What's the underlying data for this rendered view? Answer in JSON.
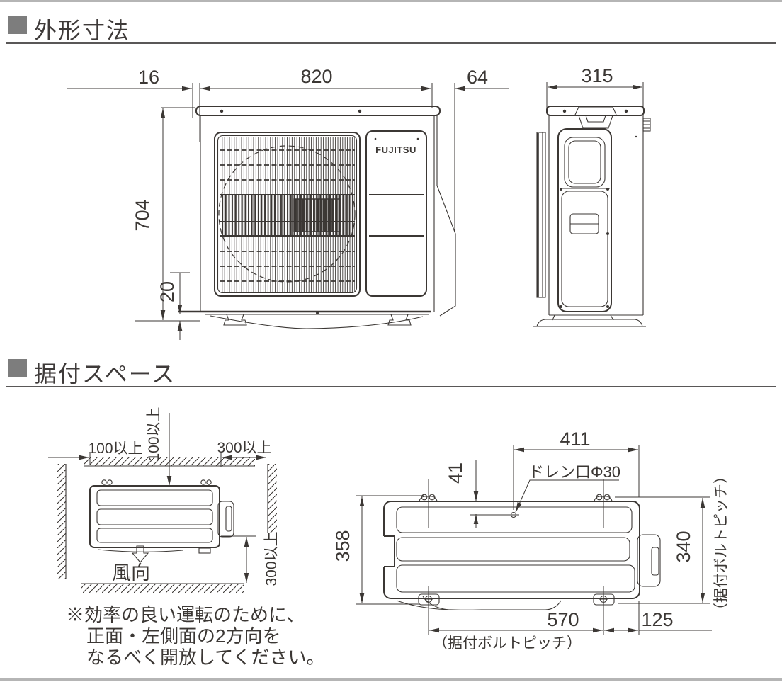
{
  "colors": {
    "ink": "#3b3734",
    "bullet_gray": "#7d7d7d",
    "page_edge_gray": "#b5b5b5",
    "rule_dark": "#595757"
  },
  "sections": [
    {
      "title": "外形寸法"
    },
    {
      "title": "据付スペース"
    }
  ],
  "front_view": {
    "logo": "FUJITSU",
    "dim_top_left": "16",
    "dim_top": "820",
    "dim_top_right": "64",
    "dim_left": "704",
    "dim_bottom_left": "20"
  },
  "side_view": {
    "dim_top": "315"
  },
  "install_left": {
    "dim_left": "100以上",
    "dim_top": "100以上",
    "dim_right": "300以上",
    "dim_bottom_right": "300以上",
    "wind_label": "風向"
  },
  "install_right": {
    "dim_411": "411",
    "dim_41": "41",
    "drain_label": "ドレン口Φ30",
    "dim_358": "358",
    "dim_340": "340",
    "dim_570": "570",
    "dim_125": "125",
    "pitch_right": "（据付ボルトピッチ）",
    "pitch_bottom": "（据付ボルトピッチ）"
  },
  "note": {
    "line1": "※効率の良い運転のために、",
    "line2": "正面・左側面の2方向を",
    "line3": "なるべく開放してください。"
  }
}
